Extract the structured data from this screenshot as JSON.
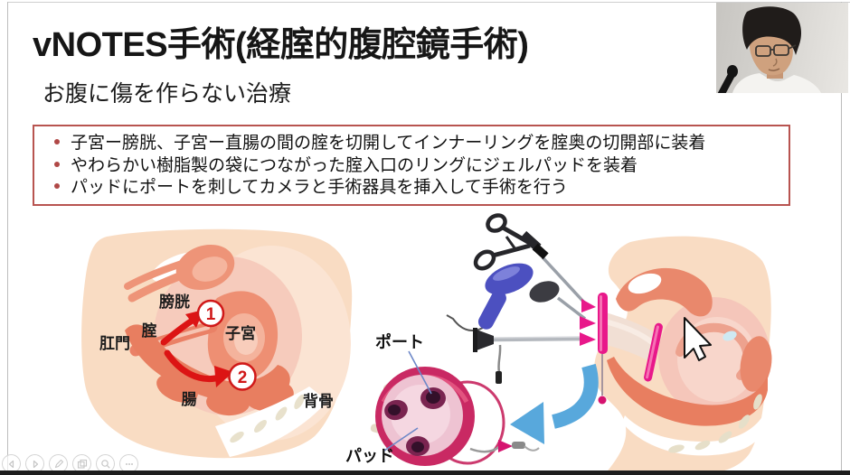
{
  "slide": {
    "title": "vNOTES手術(経腟的腹腔鏡手術)",
    "subtitle": "お腹に傷を作らない治療",
    "bullets": [
      "子宮ー膀胱、子宮ー直腸の間の腟を切開してインナーリングを腟奥の切開部に装着",
      "やわらかい樹脂製の袋につながった腟入口のリングにジェルパッドを装着",
      "パッドにポートを刺してカメラと手術器具を挿入して手術を行う"
    ]
  },
  "diagram": {
    "left_labels": {
      "bladder": "膀胱",
      "vagina": "腟",
      "anus": "肛門",
      "uterus": "子宮",
      "intestine": "腸",
      "spine": "背骨"
    },
    "step_1": "1",
    "step_2": "2",
    "port_label": "ポート",
    "pad_label": "パッド"
  },
  "colors": {
    "box_border": "#b85450",
    "bullet_dot": "#b04846",
    "red_arrow": "#dc1414",
    "blue_arrow": "#58a8dc",
    "magenta_ring": "#e8188a",
    "skin": "#f9dcc3",
    "organ_salmon": "#ee8f73",
    "device_ring": "#c92963"
  },
  "toolbar": {
    "buttons": [
      {
        "icon": "previous-slide-icon"
      },
      {
        "icon": "next-slide-icon"
      },
      {
        "icon": "pen-icon"
      },
      {
        "icon": "see-all-slides-icon"
      },
      {
        "icon": "magnifier-icon"
      },
      {
        "icon": "more-options-icon"
      }
    ]
  }
}
